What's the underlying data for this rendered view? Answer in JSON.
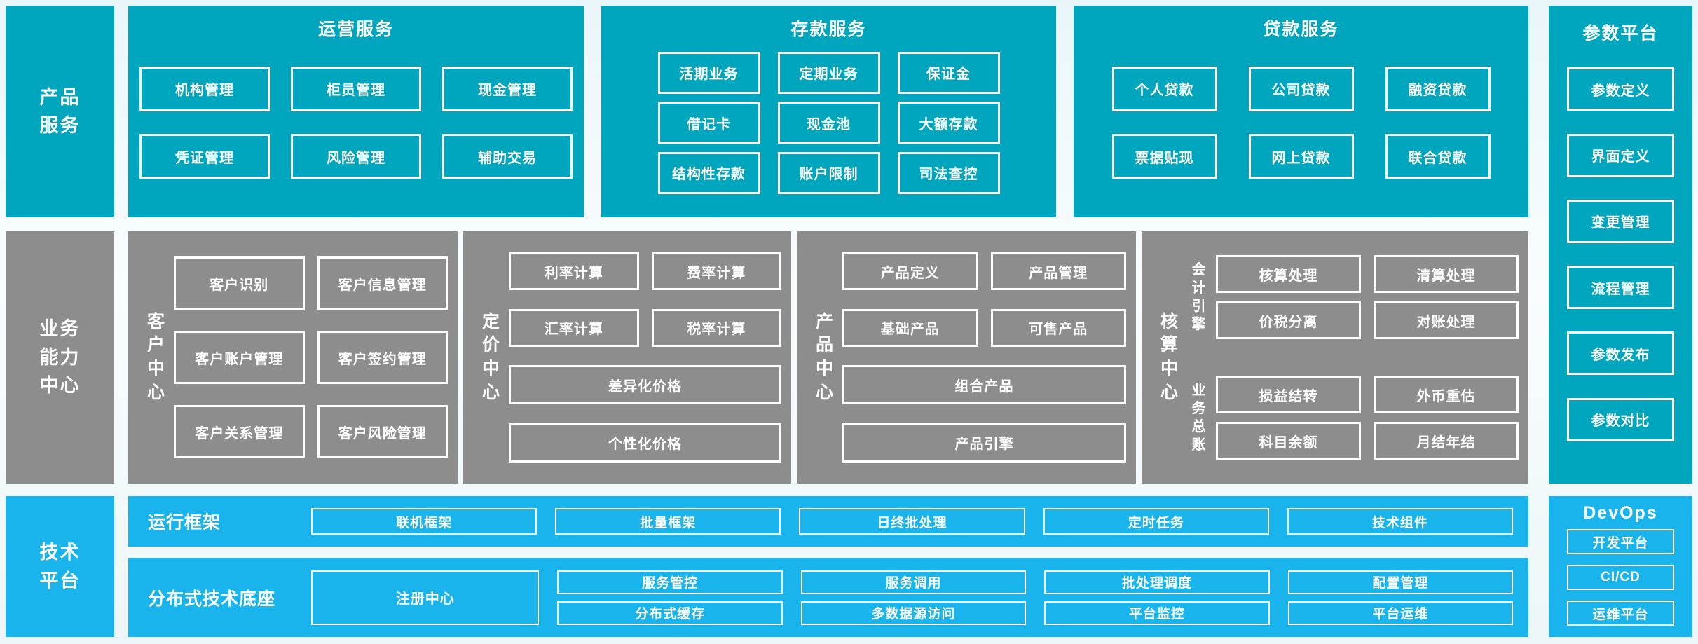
{
  "palette": {
    "teal": "#00A5BE",
    "gray": "#8D8D8D",
    "sky_blue": "#1AB4EC",
    "box_border": "#FFFFFF",
    "text": "#FFFFFF"
  },
  "left_labels": {
    "product": "产品\n服务",
    "business": "业务\n能力\n中心",
    "tech": "技术\n平台"
  },
  "top": {
    "sections": [
      {
        "title": "运营服务",
        "rows": [
          [
            "机构管理",
            "柜员管理",
            "现金管理"
          ],
          [
            "凭证管理",
            "风险管理",
            "辅助交易"
          ]
        ]
      },
      {
        "title": "存款服务",
        "rows": [
          [
            "活期业务",
            "定期业务",
            "保证金"
          ],
          [
            "借记卡",
            "现金池",
            "大额存款"
          ],
          [
            "结构性存款",
            "账户限制",
            "司法查控"
          ]
        ]
      },
      {
        "title": "贷款服务",
        "rows": [
          [
            "个人贷款",
            "公司贷款",
            "融资贷款"
          ],
          [
            "票据贴现",
            "网上贷款",
            "联合贷款"
          ]
        ]
      }
    ]
  },
  "middle": {
    "sections": [
      {
        "label": "客户中心",
        "boxes": [
          "客户识别",
          "客户信息管理",
          "客户账户管理",
          "客户签约管理",
          "客户关系管理",
          "客户风险管理"
        ]
      },
      {
        "label": "定价中心",
        "small_rows": [
          [
            "利率计算",
            "费率计算"
          ],
          [
            "汇率计算",
            "税率计算"
          ]
        ],
        "wide": [
          "差异化价格",
          "个性化价格"
        ]
      },
      {
        "label": "产品中心",
        "small_rows": [
          [
            "产品定义",
            "产品管理"
          ],
          [
            "基础产品",
            "可售产品"
          ]
        ],
        "wide": [
          "组合产品",
          "产品引擎"
        ]
      },
      {
        "label": "核算中心",
        "groups": [
          {
            "label": "会计引擎",
            "boxes": [
              "核算处理",
              "清算处理",
              "价税分离",
              "对账处理"
            ]
          },
          {
            "label": "业务总账",
            "boxes": [
              "损益结转",
              "外币重估",
              "科目余额",
              "月结年结"
            ]
          }
        ]
      }
    ]
  },
  "right": {
    "title": "参数平台",
    "boxes": [
      "参数定义",
      "界面定义",
      "变更管理",
      "流程管理",
      "参数发布",
      "参数对比"
    ]
  },
  "bottom": {
    "stripes": [
      {
        "label": "运行框架",
        "boxes": [
          "联机框架",
          "批量框架",
          "日终批处理",
          "定时任务",
          "技术组件"
        ]
      },
      {
        "label": "分布式技术底座",
        "big_box": "注册中心",
        "columns": [
          [
            "服务管控",
            "分布式缓存"
          ],
          [
            "服务调用",
            "多数据源访问"
          ],
          [
            "批处理调度",
            "平台监控"
          ],
          [
            "配置管理",
            "平台运维"
          ]
        ]
      }
    ],
    "devops": {
      "title": "DevOps",
      "boxes": [
        "开发平台",
        "CI/CD",
        "运维平台"
      ]
    }
  }
}
